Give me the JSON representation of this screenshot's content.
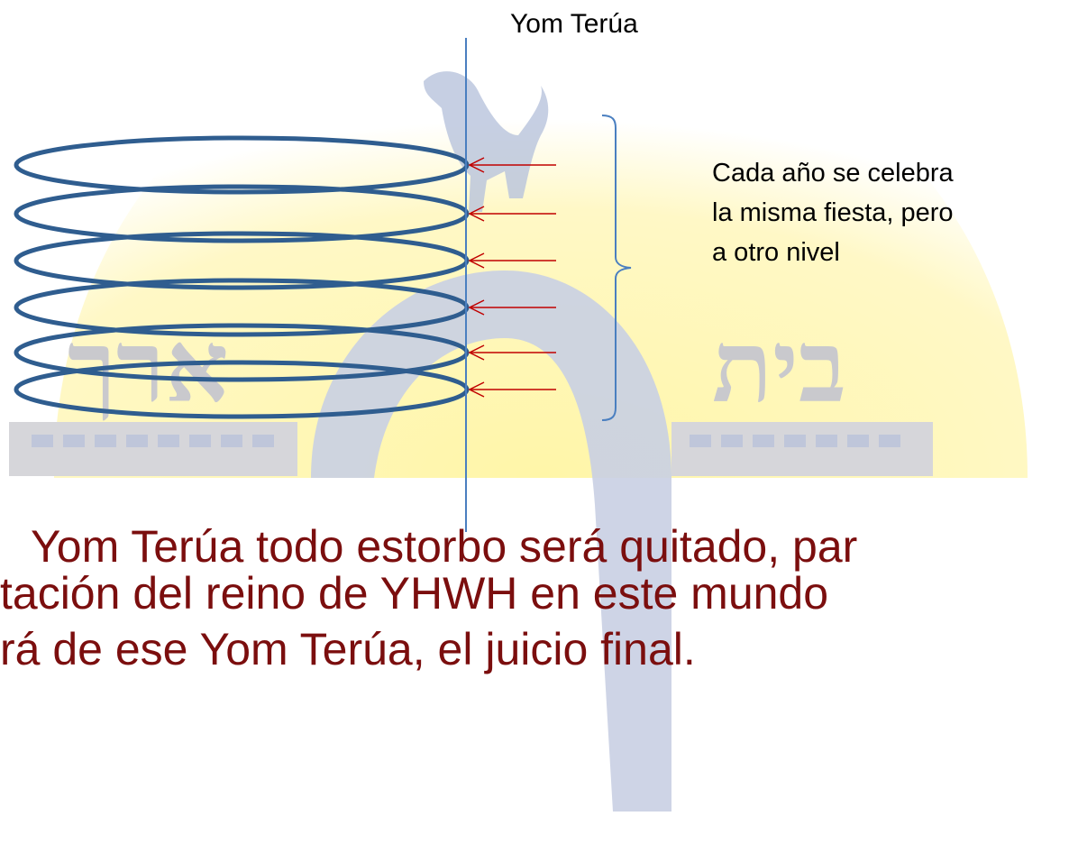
{
  "diagram": {
    "axis_label": "Yom Terúa",
    "brace_note": [
      "Cada año se celebra",
      "la misma fiesta, pero",
      "a otro nivel"
    ],
    "spiral_rings": 6,
    "arrows": 6,
    "colors": {
      "spiral": "#2f5d8f",
      "axis": "#4a7fc0",
      "arrow": "#c00000",
      "brace": "#4a7fc0",
      "body_text": "#7b0e0e"
    }
  },
  "body": {
    "line1": "Yom Terúa todo estorbo será quitado, par",
    "line2": "tación del reino de YHWH en este mundo",
    "line3": "rá de ese Yom Terúa, el juicio final."
  },
  "watermark": {
    "logo": "beit-arc-logo",
    "hebrew_left": "ארך",
    "hebrew_right": "בית"
  }
}
